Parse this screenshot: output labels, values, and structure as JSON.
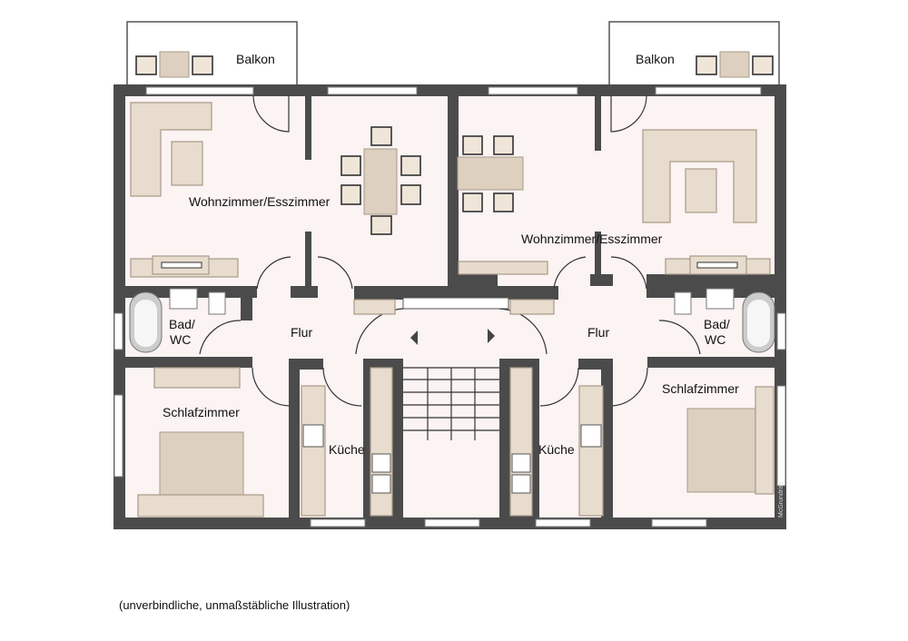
{
  "floor_plan": {
    "rooms": {
      "balkon_left": "Balkon",
      "balkon_right": "Balkon",
      "wohn_left": "Wohnzimmer/Esszimmer",
      "wohn_right": "Wohnzimmer/Esszimmer",
      "bad_left_1": "Bad/",
      "bad_left_2": "WC",
      "bad_right_1": "Bad/",
      "bad_right_2": "WC",
      "flur_left": "Flur",
      "flur_right": "Flur",
      "schlaf_left": "Schlafzimmer",
      "schlaf_right": "Schlafzimmer",
      "kueche_left": "Küche",
      "kueche_right": "Küche"
    },
    "watermark": "McGrundriss",
    "caption": "(unverbindliche, unmaßstäbliche Illustration)"
  },
  "colors": {
    "wall": "#4b4b4b",
    "floor": "#fcf3f3",
    "furniture": "#e7dccd"
  }
}
